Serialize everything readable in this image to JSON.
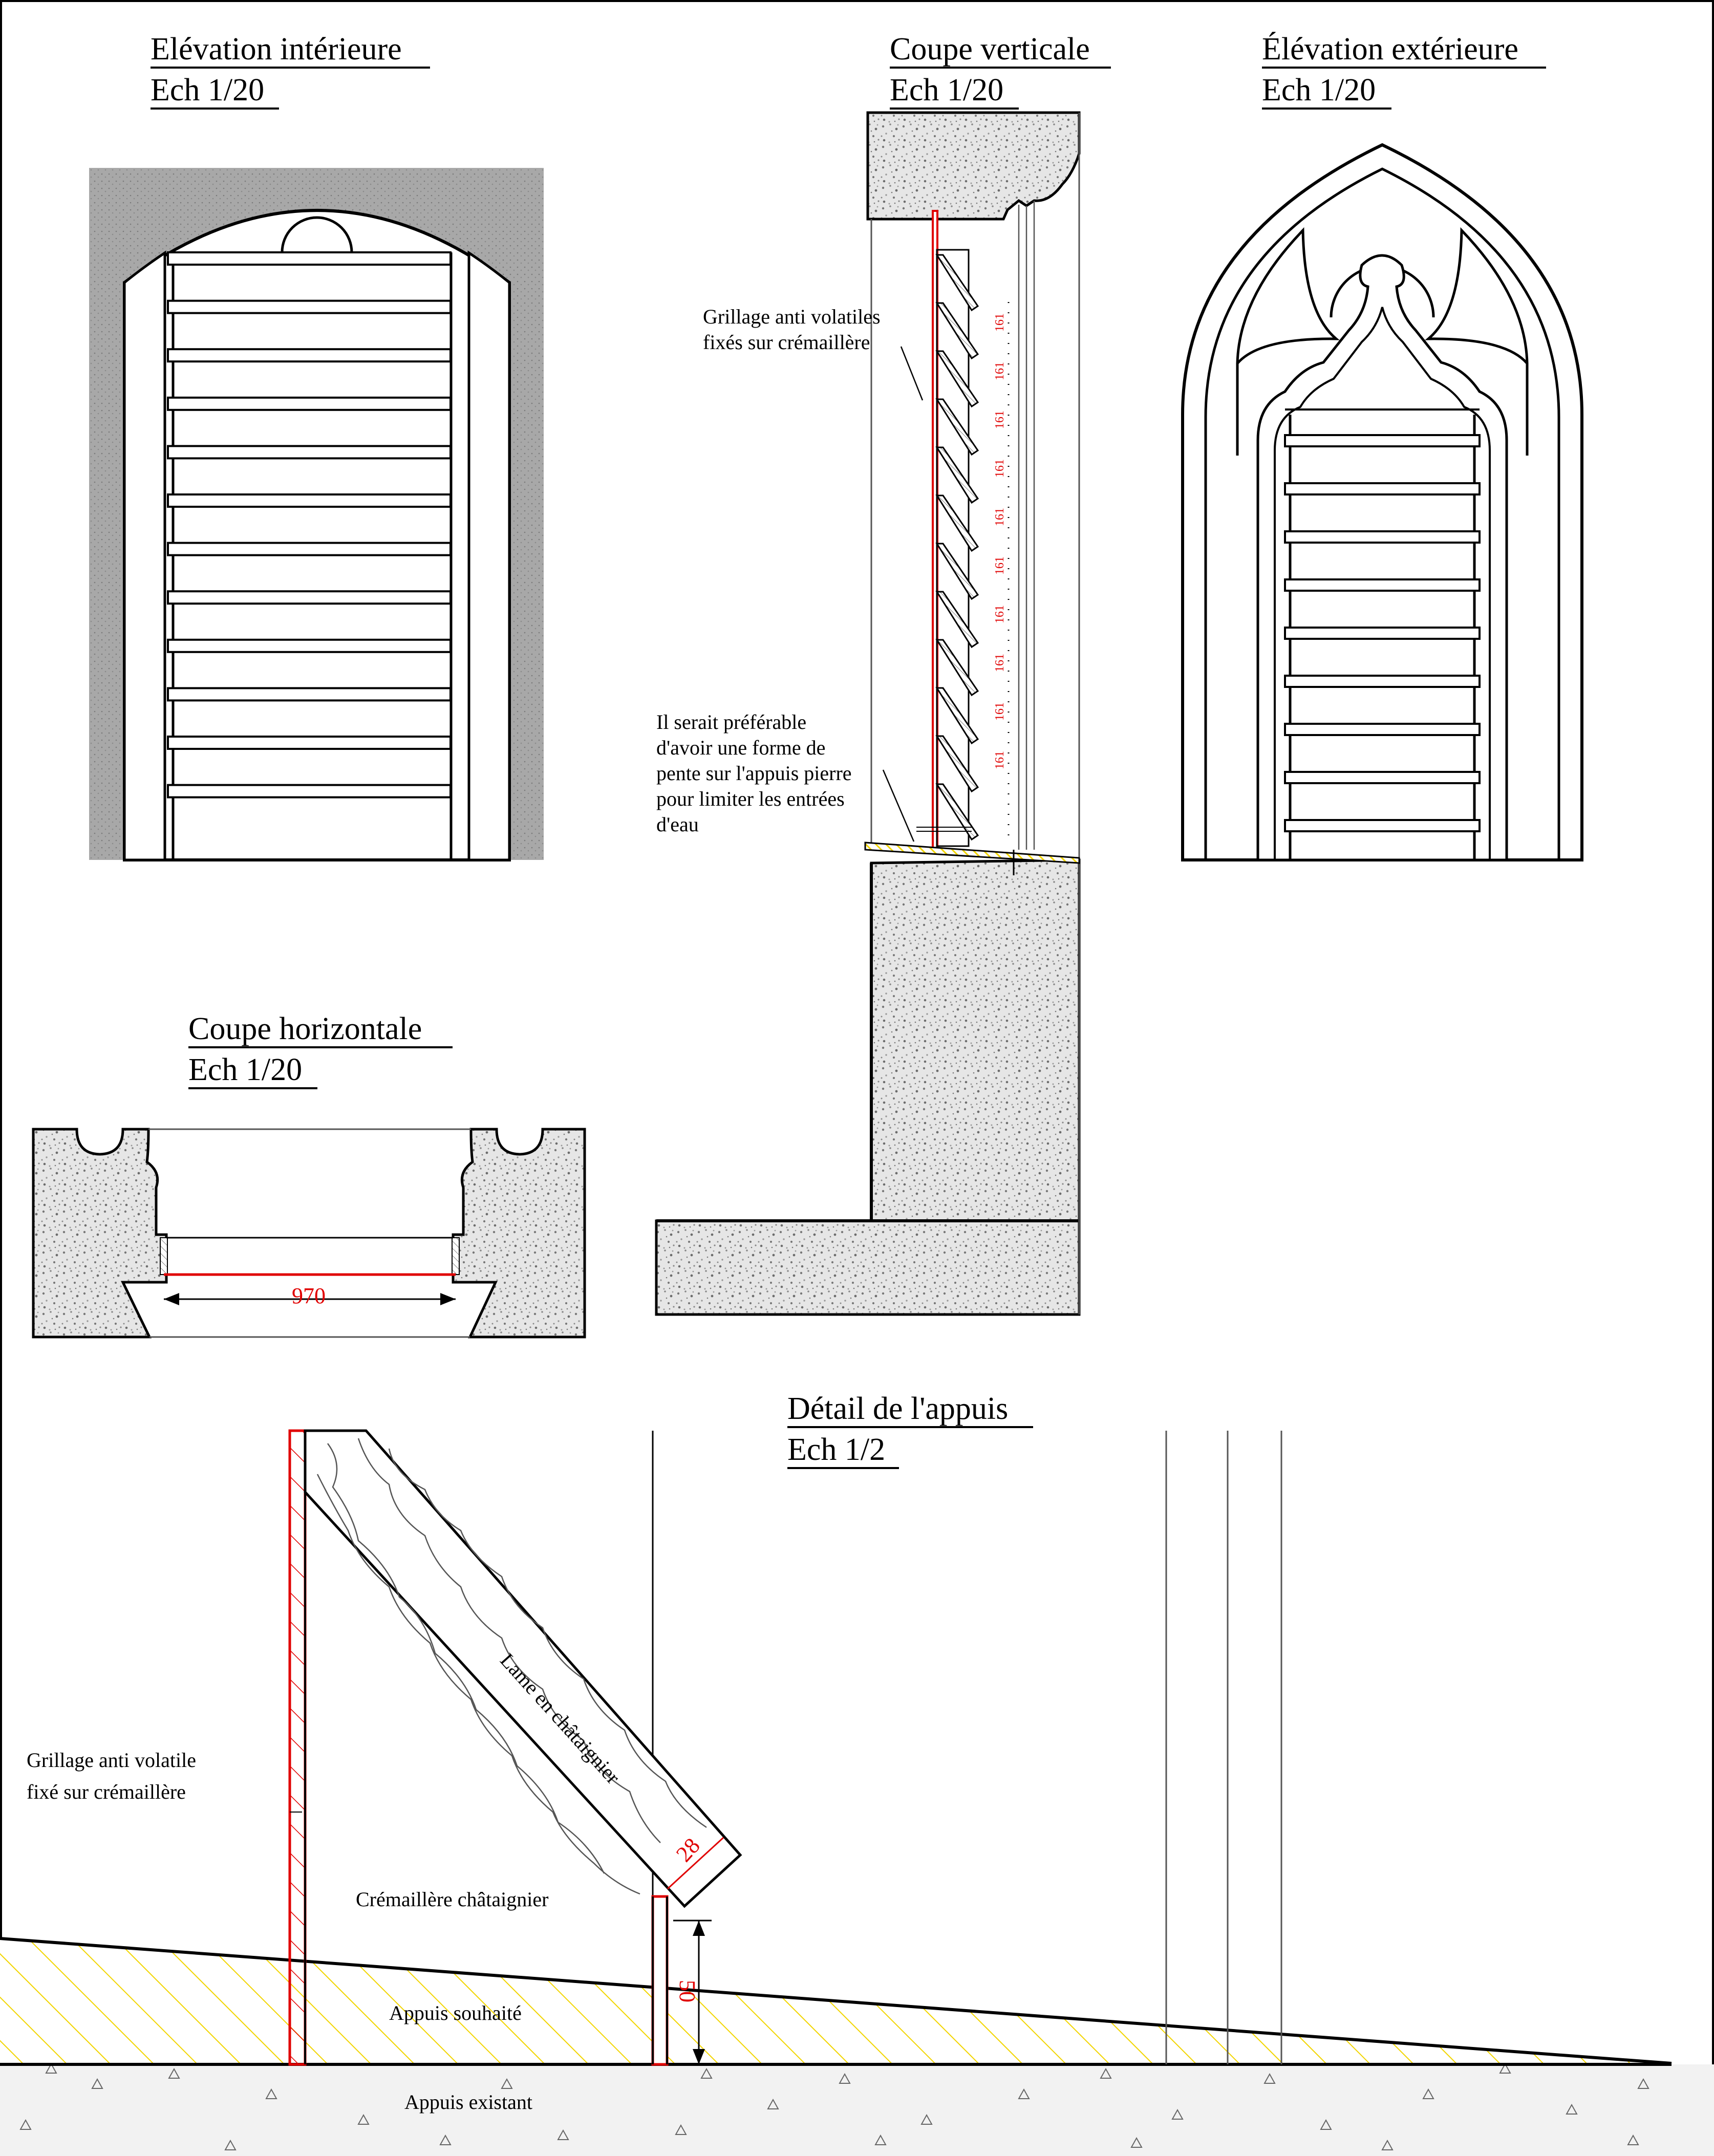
{
  "titles": {
    "interior": {
      "name": "Elévation intérieure",
      "scale": "Ech 1/20"
    },
    "vertical": {
      "name": "Coupe verticale",
      "scale": "Ech 1/20"
    },
    "exterior": {
      "name": "Élévation extérieure",
      "scale": "Ech 1/20"
    },
    "horizontal": {
      "name": "Coupe horizontale",
      "scale": "Ech 1/20"
    },
    "detail": {
      "name": "Détail de l'appuis",
      "scale": "Ech 1/2"
    }
  },
  "notes": {
    "grillage_section": [
      "Grillage anti volatiles",
      "fixés sur crémaillère"
    ],
    "appuis_advice": [
      "Il serait préférable",
      "d'avoir une forme de",
      "pente sur l'appuis pierre",
      "pour limiter les entrées",
      "d'eau"
    ],
    "grillage_detail": [
      "Grillage anti volatile",
      "fixé sur crémaillère"
    ],
    "cremaillere": "Crémaillère châtaignier",
    "lame": "Lame en châtaignier",
    "appuis_souhaite": "Appuis souhaité",
    "appuis_existant": "Appuis existant"
  },
  "dimensions": {
    "width": "970",
    "slat_spacing": "161",
    "slat_thickness": "28",
    "rack_height": "50"
  },
  "colors": {
    "dimension": "#e00000",
    "hatch": "#f2d500",
    "stone": "#9a9a9a",
    "masonry": "#999999"
  }
}
